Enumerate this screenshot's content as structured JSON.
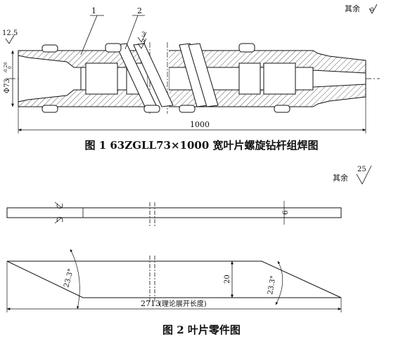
{
  "figure1": {
    "caption": "图 1   63ZGLL73×1000 宽叶片螺旋钻杆组焊图",
    "callouts": [
      "1",
      "2"
    ],
    "roughness_left": "12.5",
    "roughness_mid": "3",
    "roughness_mid2": "3",
    "diameter_label": "Φ73",
    "diameter_tol": "-0.20",
    "diameter_tol2": "0",
    "length": "1000",
    "other_surfaces": "其余"
  },
  "figure2": {
    "caption": "图 2   叶片零件图",
    "other_surfaces": "其余",
    "roughness_value": "25",
    "thickness": "6",
    "angle_left": "23.3°",
    "angle_right": "23.3°",
    "width": "20",
    "length": "2713",
    "length_note": "(理论展开长度)"
  }
}
